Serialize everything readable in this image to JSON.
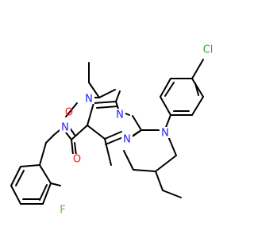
{
  "colors": {
    "bond": "#000000",
    "nitrogen": "#1f1fff",
    "oxygen": "#ff0d0d",
    "chlorine": "#1fb01f",
    "fluorine": "#65b84a",
    "background": "#ffffff"
  },
  "atoms": {
    "cl": "Cl",
    "n9": "N",
    "n_imid": "N",
    "n1": "N",
    "n3": "N",
    "n_pyr": "N",
    "o2": "O",
    "o4": "O",
    "f": "F"
  }
}
